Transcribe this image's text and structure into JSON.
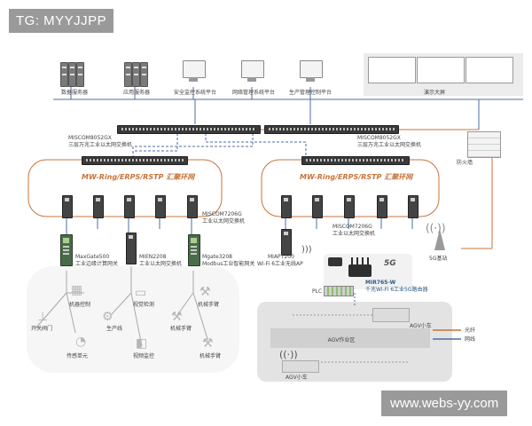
{
  "watermark_top": "TG: MYYJJPP",
  "watermark_bottom": "www.webs-yy.com",
  "top_row": {
    "data_server": "数据服务器",
    "app_server": "应用服务器",
    "security_platform": "安全监控系统平台",
    "network_platform": "网络管理系统平台",
    "production_platform": "生产管理控制平台",
    "display_wall": "演示大屏"
  },
  "core_switch_left": {
    "model": "MISCOM8052GX",
    "desc": "三层万兆工业以太网交换机"
  },
  "core_switch_right": {
    "model": "MISCOM8052GX",
    "desc": "三层万兆工业以太网交换机"
  },
  "firewall": "防火墙",
  "ring_left": "MW-Ring/ERPS/RSTP 汇聚环网",
  "ring_right": "MW-Ring/ERPS/RSTP 汇聚环网",
  "left_access": {
    "model": "MISCOM7206G",
    "desc": "工业以太网交换机"
  },
  "right_access": {
    "model": "MISCOM7206G",
    "desc": "工业以太网交换机"
  },
  "maxgate": {
    "model": "MaxGate500",
    "desc": "工业边缘计算网关"
  },
  "mien": {
    "model": "MIEN2208",
    "desc": "工业以太网交换机"
  },
  "mgate": {
    "model": "Mgate3208",
    "desc": "Modbus工业智能网关"
  },
  "miap": {
    "model": "MIAP7200",
    "desc": "Wi-Fi 6工业无线AP"
  },
  "base_station": "5G基站",
  "router": {
    "model": "MIR765-W",
    "desc": "千兆Wi-Fi 6工业5G路由器"
  },
  "router_badge": "5G",
  "plc": "PLC",
  "field": {
    "robot_ctrl": "机器控制",
    "video_monitor": "视觉检测",
    "robot_arm": "机械手臂",
    "switch_valve": "开关阀门",
    "production_line": "生产线",
    "robot_hand": "机械手臂",
    "sensor": "传感单元",
    "video_surveil": "视频监控",
    "robot_hand2": "机械手臂"
  },
  "agv": {
    "area": "AGV作业区",
    "car_top": "AGV小车",
    "car_bottom": "AGV小车"
  },
  "legend": {
    "fiber": "光纤",
    "cable": "网线"
  },
  "colors": {
    "ring": "#c8733a",
    "fiber": "#c8733a",
    "cable": "#4a6fa5",
    "wireless_area": "#e6e6e6"
  }
}
